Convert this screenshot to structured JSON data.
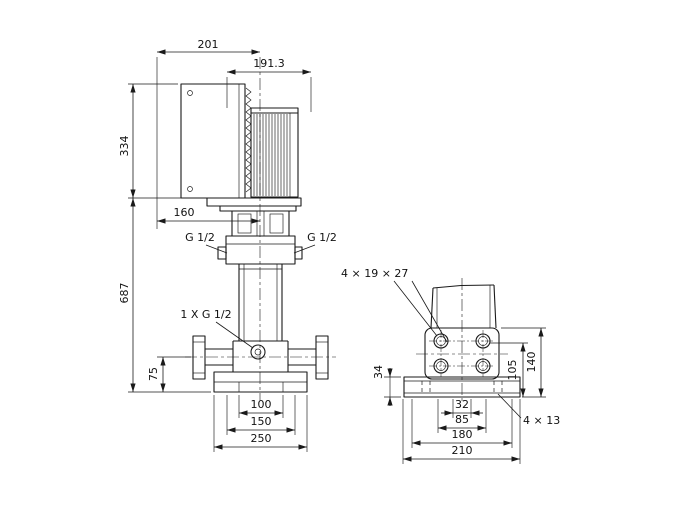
{
  "front_view": {
    "labels": {
      "dim_width_motor": "201",
      "dim_width_fan": "191.3",
      "dim_motor_length": "334",
      "dim_depth": "160",
      "dim_total_height": "687",
      "dim_port_height": "75",
      "port_left": "G 1/2",
      "port_right": "G 1/2",
      "drain_port": "1 X G 1/2",
      "dim_base_inner": "100",
      "dim_base_mid": "150",
      "dim_base_outer": "250"
    }
  },
  "side_view": {
    "labels": {
      "flange_holes": "4 × 19  × 27",
      "base_holes": "4 ×  13",
      "dim_base_height": "34",
      "dim_center_height": "105",
      "dim_flange_height": "140",
      "dim_span_inner": "32",
      "dim_span_bolt": "85",
      "dim_span_outer": "180",
      "dim_base_width": "210"
    }
  }
}
